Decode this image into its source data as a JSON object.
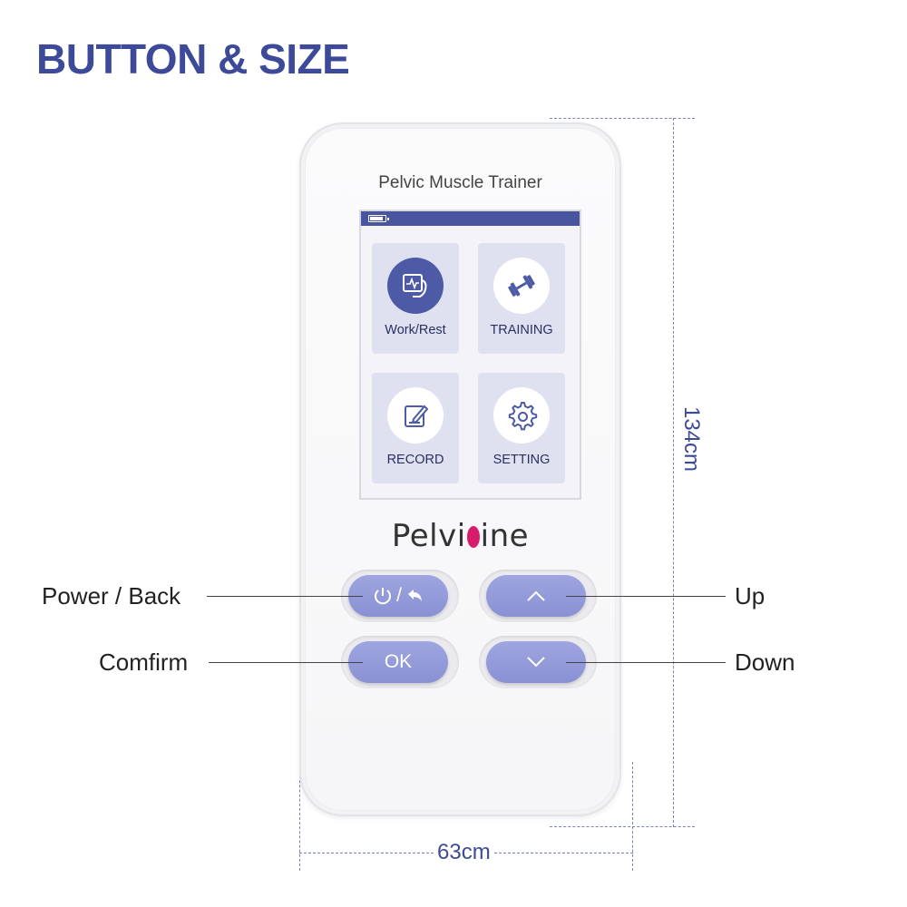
{
  "heading": "BUTTON & SIZE",
  "device": {
    "title": "Pelvic Muscle Trainer",
    "brand_before": "Pelvi",
    "brand_after": "ine",
    "tiles": [
      {
        "label": "Work/Rest",
        "icon": "monitor-hand-icon"
      },
      {
        "label": "TRAINING",
        "icon": "dumbbell-icon"
      },
      {
        "label": "RECORD",
        "icon": "edit-icon"
      },
      {
        "label": "SETTING",
        "icon": "gear-icon"
      }
    ],
    "battery_level": 0.8,
    "buttons": {
      "power_back": "/",
      "ok": "OK",
      "up": "∧",
      "down": "∨"
    }
  },
  "callouts": {
    "power_back": "Power / Back",
    "confirm": "Comfirm",
    "up": "Up",
    "down": "Down"
  },
  "dimensions": {
    "height": "134cm",
    "width": "63cm"
  },
  "colors": {
    "heading": "#3d4a99",
    "button": "#8a91d3",
    "screen_bar": "#4a55a0",
    "brand_mark": "#d81b6a"
  }
}
